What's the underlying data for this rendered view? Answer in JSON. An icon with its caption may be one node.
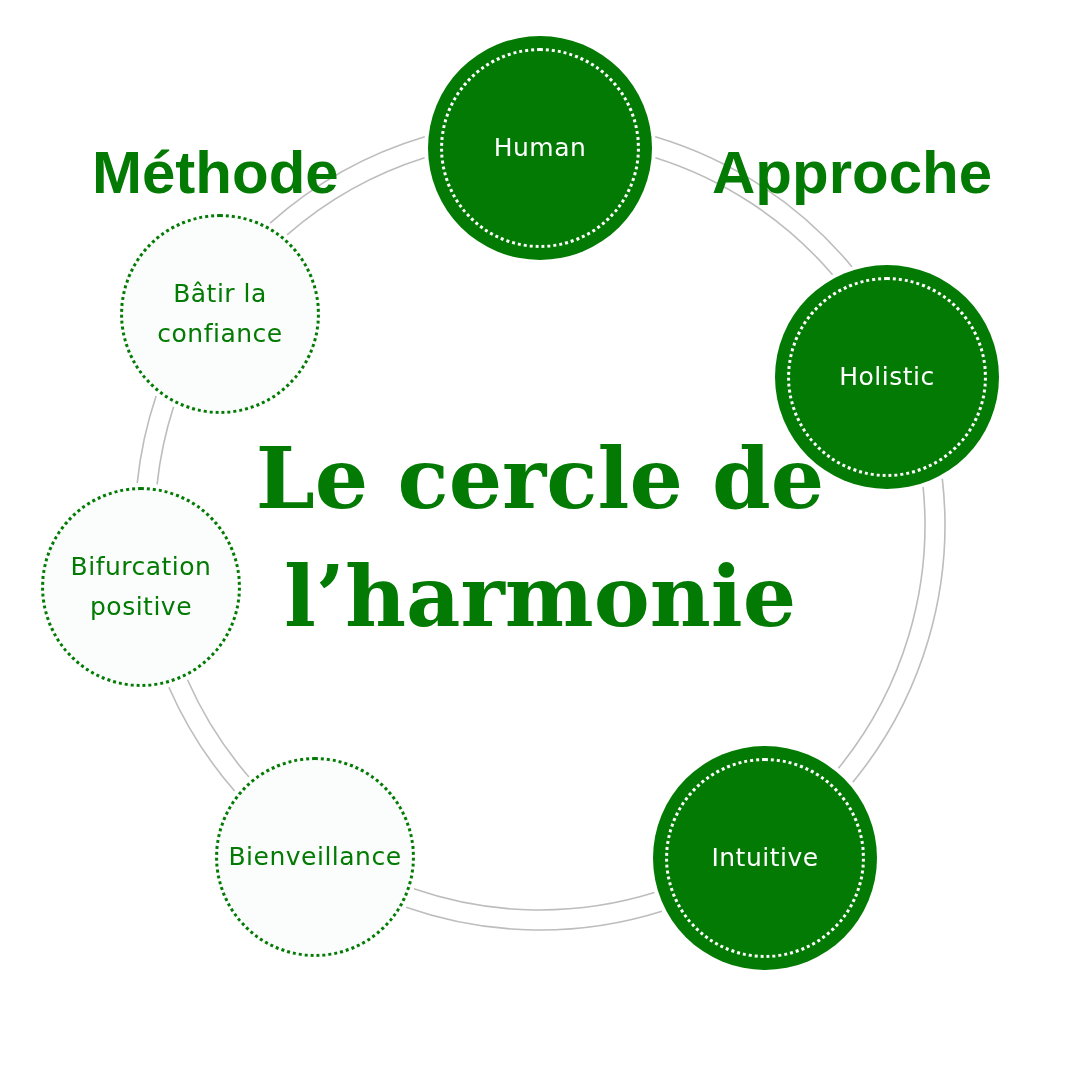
{
  "diagram": {
    "title": "Le cercle de l’harmonie",
    "nodes": [
      {
        "text": [
          "Human"
        ]
      },
      {
        "text": [
          "Holistic"
        ]
      },
      {
        "text": [
          "Intuitive"
        ]
      },
      {
        "text": [
          "Bienveillance"
        ]
      },
      {
        "text": [
          "Bifurcation positive"
        ]
      },
      {
        "text": [
          "Bâtir la confiance"
        ]
      }
    ],
    "edges": [
      {
        "from": 0,
        "to": 1,
        "arrow": "none"
      },
      {
        "from": 1,
        "to": 2,
        "arrow": "none"
      },
      {
        "from": 2,
        "to": 3,
        "arrow": "none"
      },
      {
        "from": 3,
        "to": 4,
        "arrow": "none"
      },
      {
        "from": 4,
        "to": 5,
        "arrow": "none"
      },
      {
        "from": 5,
        "to": 0,
        "arrow": "none"
      }
    ],
    "labels": [
      "Méthode",
      "Approche"
    ]
  }
}
